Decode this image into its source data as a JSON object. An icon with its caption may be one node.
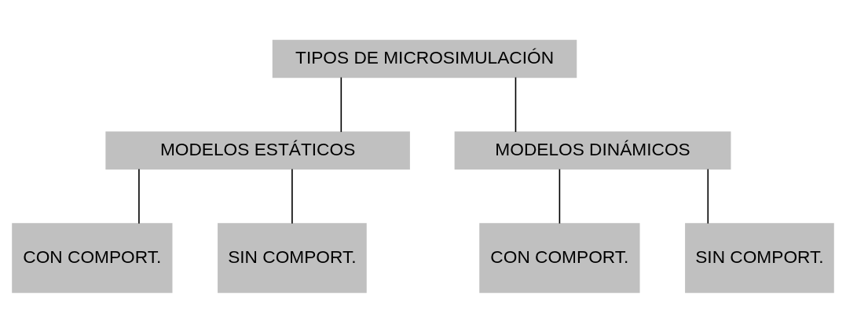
{
  "diagram": {
    "nodes": [
      {
        "text": [
          "TIPOS DE MICROSIMULACIÓN"
        ]
      },
      {
        "text": [
          "MODELOS ESTÁTICOS"
        ]
      },
      {
        "text": [
          "MODELOS DINÁMICOS"
        ]
      },
      {
        "text": [
          "CON COMPORT."
        ]
      },
      {
        "text": [
          "SIN COMPORT."
        ]
      },
      {
        "text": [
          "CON COMPORT."
        ]
      },
      {
        "text": [
          "SIN COMPORT."
        ]
      }
    ],
    "edges": [
      {
        "from": 0,
        "to": 1,
        "arrow": "none"
      },
      {
        "from": 0,
        "to": 2,
        "arrow": "none"
      },
      {
        "from": 1,
        "to": 3,
        "arrow": "none"
      },
      {
        "from": 1,
        "to": 4,
        "arrow": "none"
      },
      {
        "from": 2,
        "to": 5,
        "arrow": "none"
      },
      {
        "from": 2,
        "to": 6,
        "arrow": "none"
      }
    ]
  }
}
